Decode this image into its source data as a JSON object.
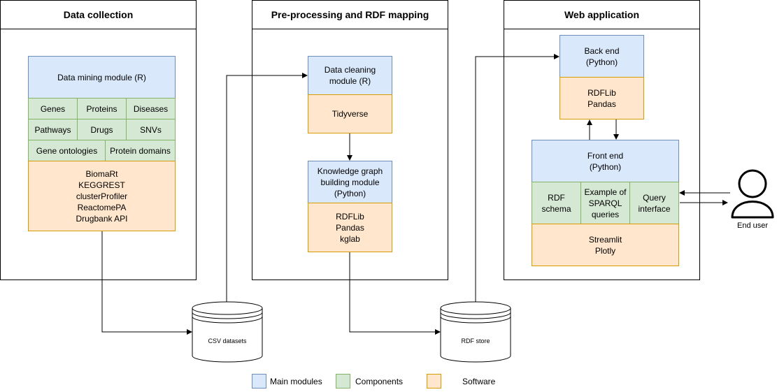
{
  "panels": {
    "data_collection": "Data collection",
    "preprocessing": "Pre-processing and RDF mapping",
    "web_app": "Web application"
  },
  "data_mining": {
    "title": "Data mining module (R)",
    "components": [
      "Genes",
      "Proteins",
      "Diseases",
      "Pathways",
      "Drugs",
      "SNVs",
      "Gene ontologies",
      "Protein domains"
    ],
    "software": "BiomaRt\nKEGGREST\nclusterProfiler\nReactomePA\nDrugbank API"
  },
  "data_cleaning": {
    "title": "Data cleaning\nmodule (R)",
    "software": "Tidyverse"
  },
  "kg_building": {
    "title": "Knowledge graph\nbuilding module\n(Python)",
    "software": "RDFLib\nPandas\nkglab"
  },
  "back_end": {
    "title": "Back end\n(Python)",
    "software": "RDFLib\nPandas"
  },
  "front_end": {
    "title": "Front end\n(Python)",
    "components": [
      "RDF\nschema",
      "Example of\nSPARQL\nqueries",
      "Query\ninterface"
    ],
    "software": "Streamlit\nPlotly"
  },
  "databases": {
    "csv": "CSV datasets",
    "rdf": "RDF store"
  },
  "end_user": "End user",
  "legend": {
    "main": "Main modules",
    "components": "Components",
    "software": "Software"
  },
  "colors": {
    "main_fill": "#dae8fc",
    "main_stroke": "#6c8ebf",
    "component_fill": "#d5e8d4",
    "component_stroke": "#82b366",
    "software_fill": "#ffe6cc",
    "software_stroke": "#d79b00"
  }
}
